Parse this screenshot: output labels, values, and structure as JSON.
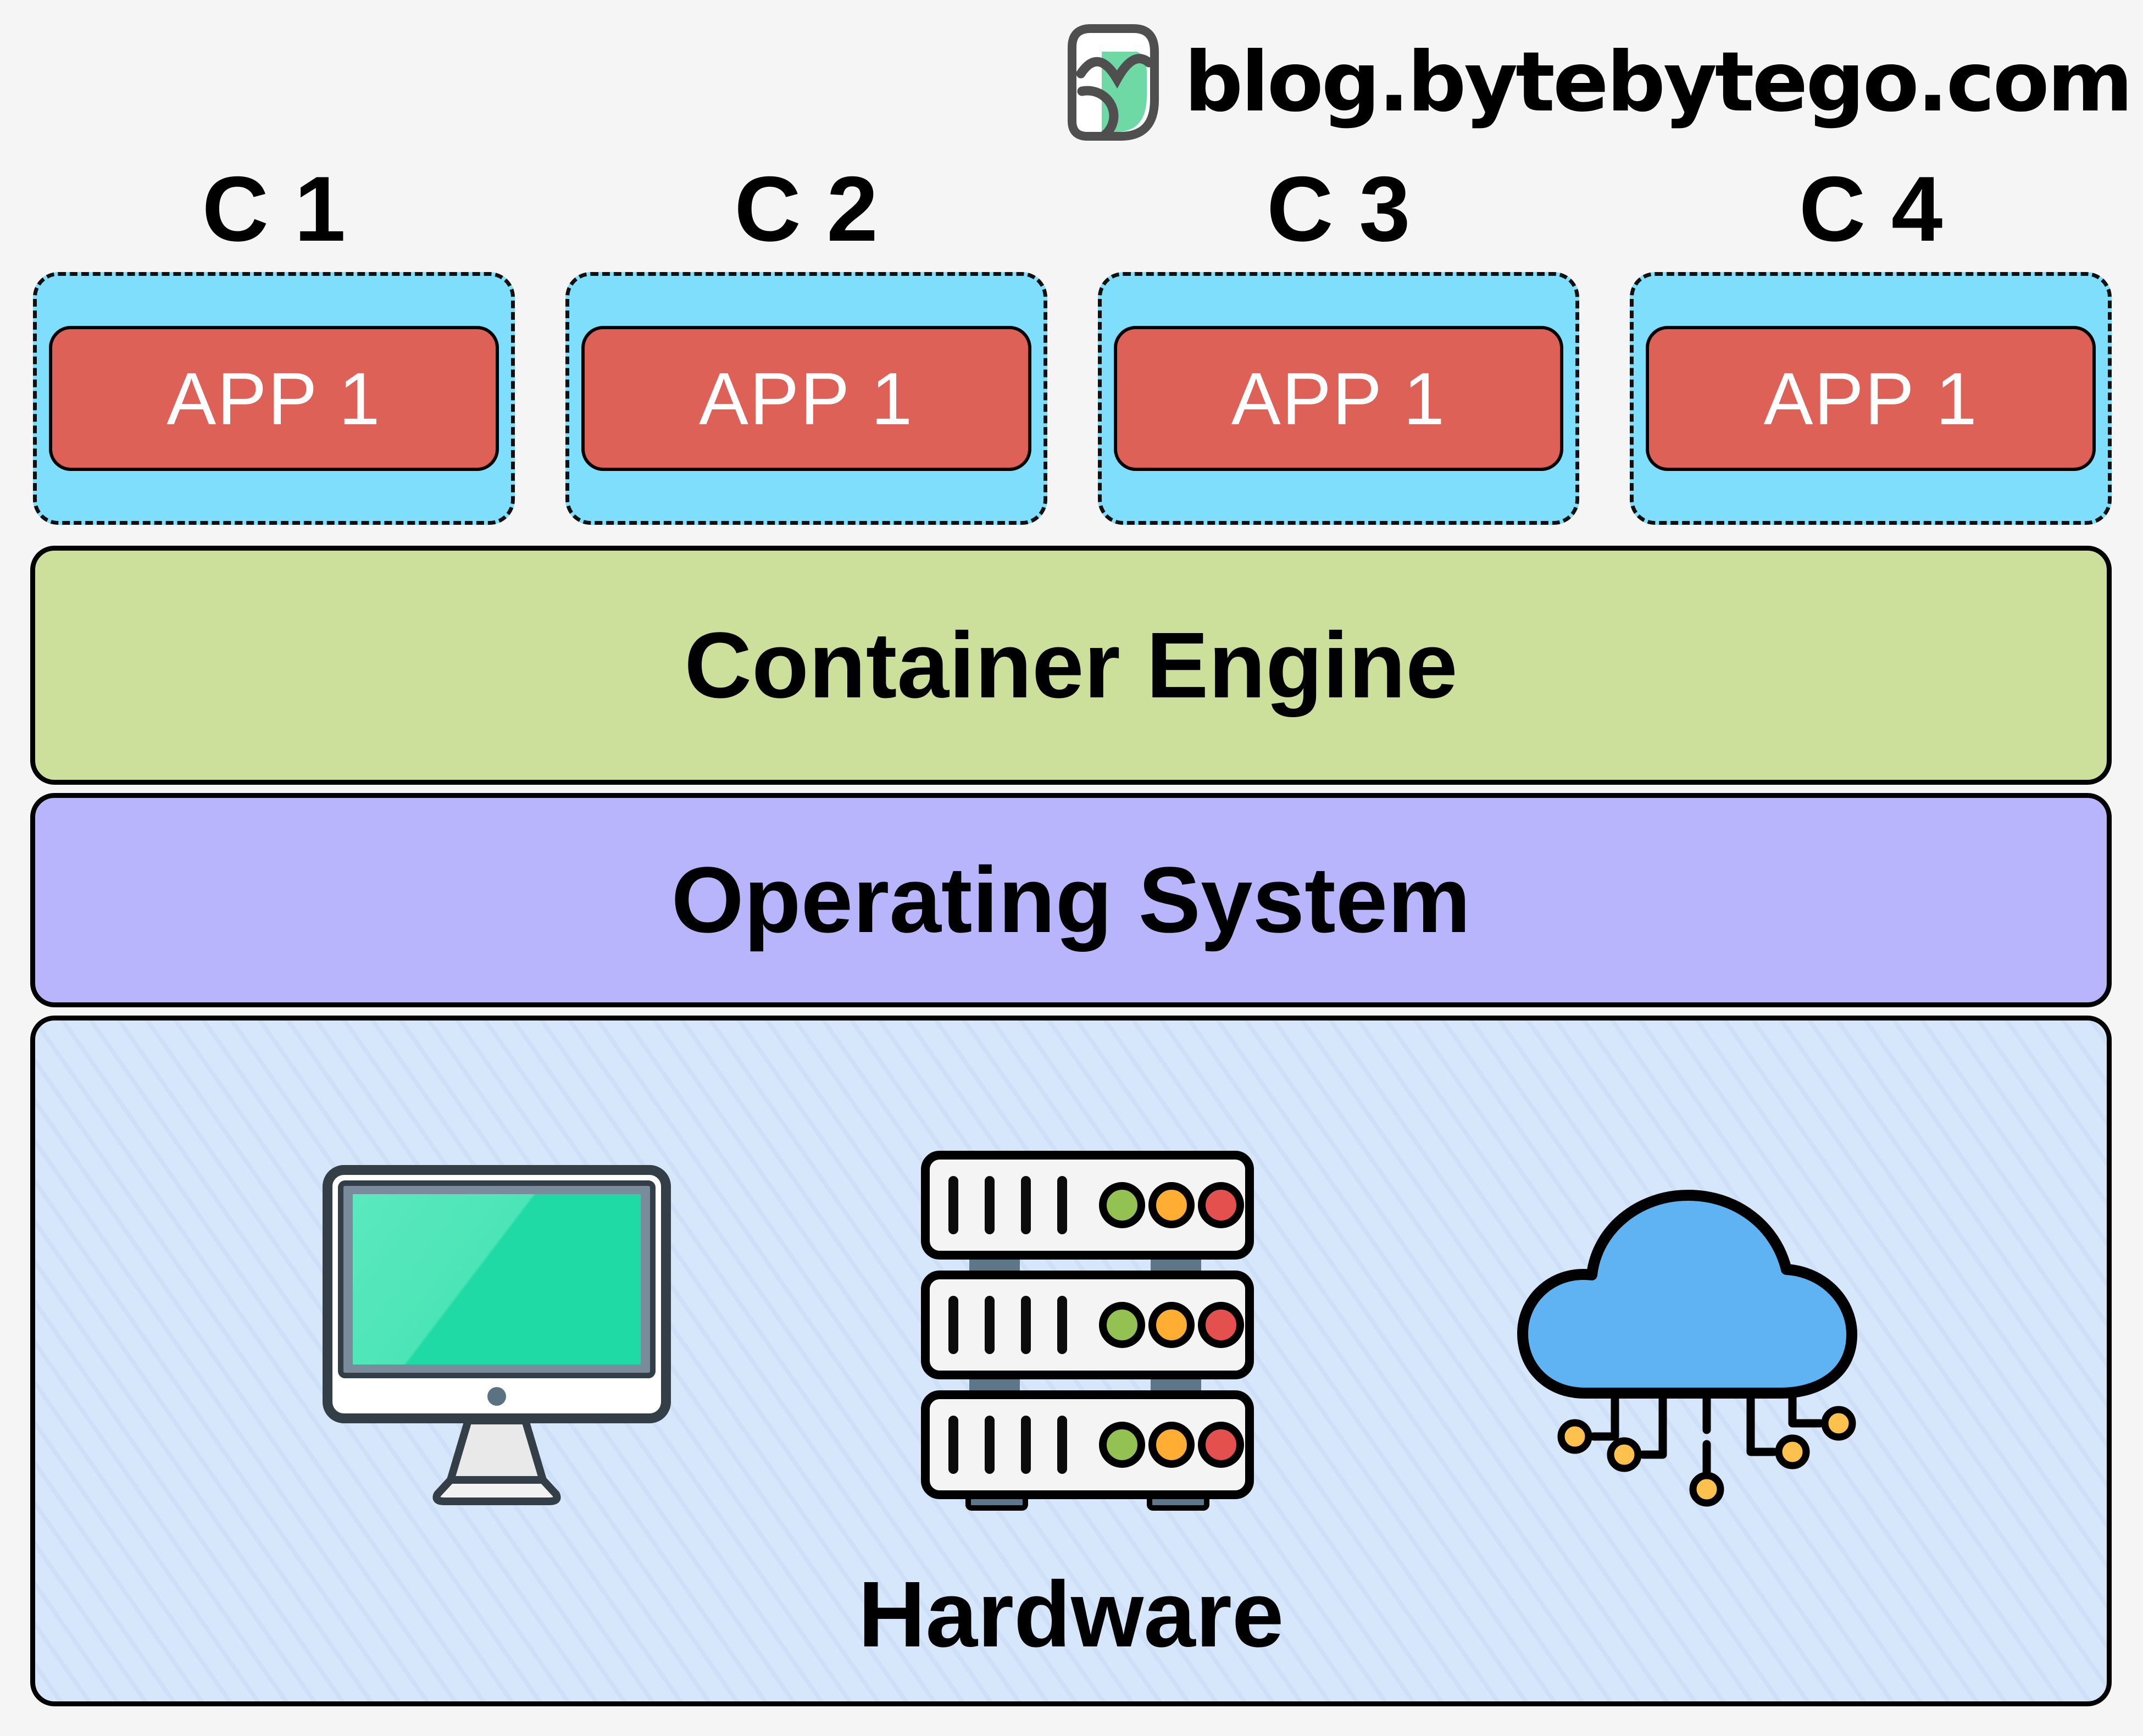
{
  "header": {
    "site": "blog.bytebytego.com",
    "logo_icon": "bytebytego-owl-icon"
  },
  "containers": {
    "items": [
      {
        "label": "C 1",
        "app": "APP 1"
      },
      {
        "label": "C 2",
        "app": "APP 1"
      },
      {
        "label": "C 3",
        "app": "APP 1"
      },
      {
        "label": "C 4",
        "app": "APP 1"
      }
    ]
  },
  "layers": {
    "container_engine": "Container Engine",
    "operating_system": "Operating System",
    "hardware": "Hardware"
  },
  "hardware_icons": [
    "desktop-monitor-icon",
    "server-rack-icon",
    "cloud-computing-icon"
  ],
  "colors": {
    "background": "#f5f5f6",
    "container_fill": "#7edefb",
    "app_fill": "#dd6156",
    "engine_fill": "#cde09b",
    "os_fill": "#b8b5fd",
    "hardware_fill": "#d6e6fb",
    "outline": "#000000",
    "logo_mint": "#6fd9a6",
    "screen_teal": "#35e0ae",
    "cloud_blue": "#5fb3f2",
    "led_green": "#93c152",
    "led_orange": "#ffad33",
    "led_red": "#e4504e",
    "node_yellow": "#ffc14d",
    "slate": "#5d7689"
  }
}
